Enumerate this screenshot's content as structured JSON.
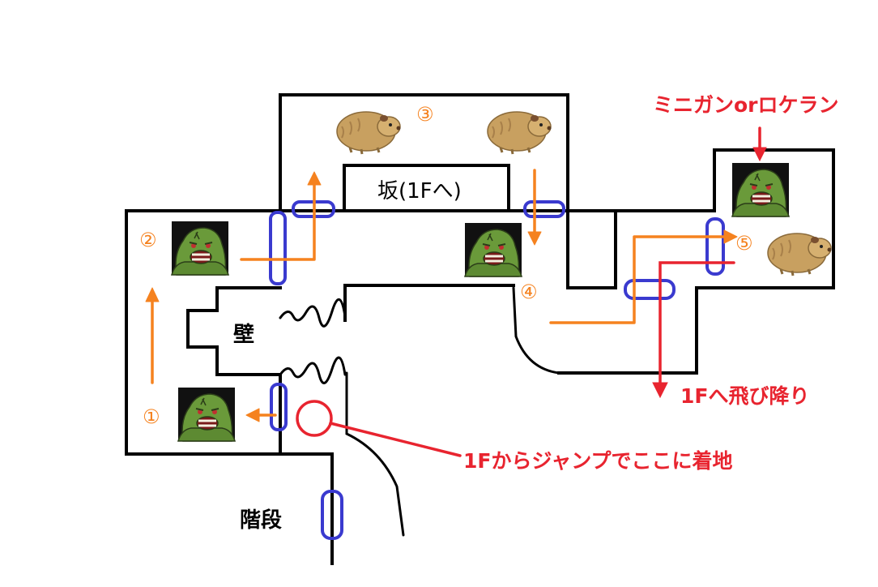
{
  "labels": {
    "slope": "坂(1Fへ)",
    "wall": "壁",
    "stairs": "階段",
    "jump_landing": "1Fからジャンプでここに着地",
    "drop_down": "1Fへ飛び降り",
    "minigun": "ミニガンorロケラン"
  },
  "markers": {
    "m1": "①",
    "m2": "②",
    "m3": "③",
    "m4": "④",
    "m5": "⑤"
  },
  "icons": {
    "ogre": "green-ogre-enemy-icon",
    "hamster": "brown-hamster-enemy-icon"
  },
  "colors": {
    "route": "#f5821f",
    "annotation": "#e8242f",
    "door": "#3a3acf",
    "wall": "#000000",
    "ogre_skin": "#6a9a3a",
    "hamster_fur": "#c8a060"
  }
}
